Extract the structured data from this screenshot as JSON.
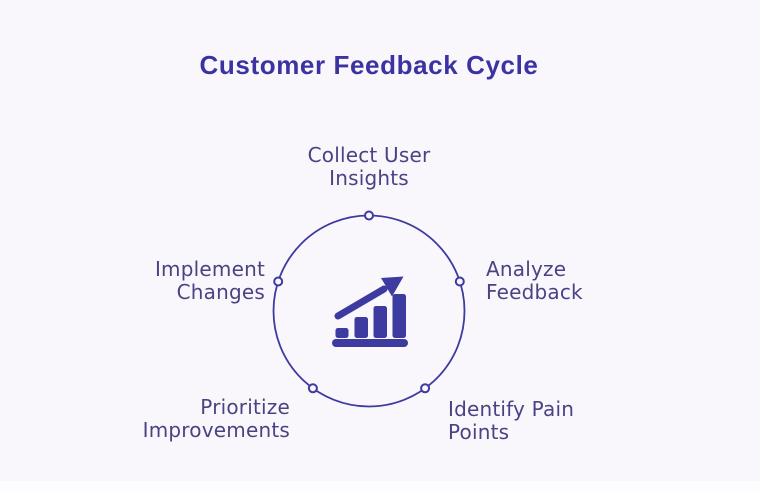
{
  "colors": {
    "bg": "#f9f7fc",
    "title": "#3c33a3",
    "label": "#4a4383",
    "line": "#3d3aa0"
  },
  "title": {
    "text": "Customer Feedback Cycle"
  },
  "cycle": {
    "center_icon": "growth-bar-chart-icon",
    "node_count": 5,
    "steps": [
      {
        "id": "collect-user-insights",
        "label": "Collect User\nInsights",
        "position": "top"
      },
      {
        "id": "analyze-feedback",
        "label": "Analyze\nFeedback",
        "position": "right"
      },
      {
        "id": "identify-pain-points",
        "label": "Identify Pain\nPoints",
        "position": "bottom-right"
      },
      {
        "id": "prioritize-improvements",
        "label": "Prioritize\nImprovements",
        "position": "bottom-left"
      },
      {
        "id": "implement-changes",
        "label": "Implement\nChanges",
        "position": "left"
      }
    ]
  }
}
